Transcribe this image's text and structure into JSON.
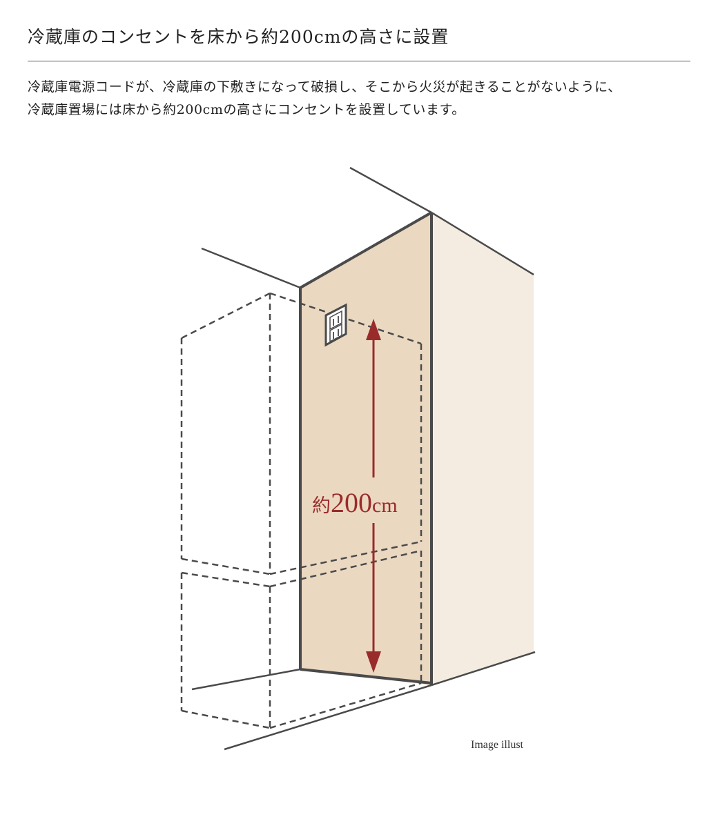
{
  "heading": "冷蔵庫のコンセントを床から約200cmの高さに設置",
  "description": [
    "冷蔵庫電源コードが、冷蔵庫の下敷きになって破損し、そこから火災が起きることがないように、",
    "冷蔵庫置場には床から約200cmの高さにコンセントを設置しています。"
  ],
  "measurement": {
    "prefix": "約",
    "value": "200",
    "unit": "cm"
  },
  "caption": "Image illust",
  "colors": {
    "front_wall": "#ebd8c1",
    "side_wall": "#f4ece0",
    "outline": "#4a4a4a",
    "arrow": "#9a2b2b",
    "text": "#222222"
  },
  "icons": {
    "outlet": "electrical-outlet-icon"
  }
}
